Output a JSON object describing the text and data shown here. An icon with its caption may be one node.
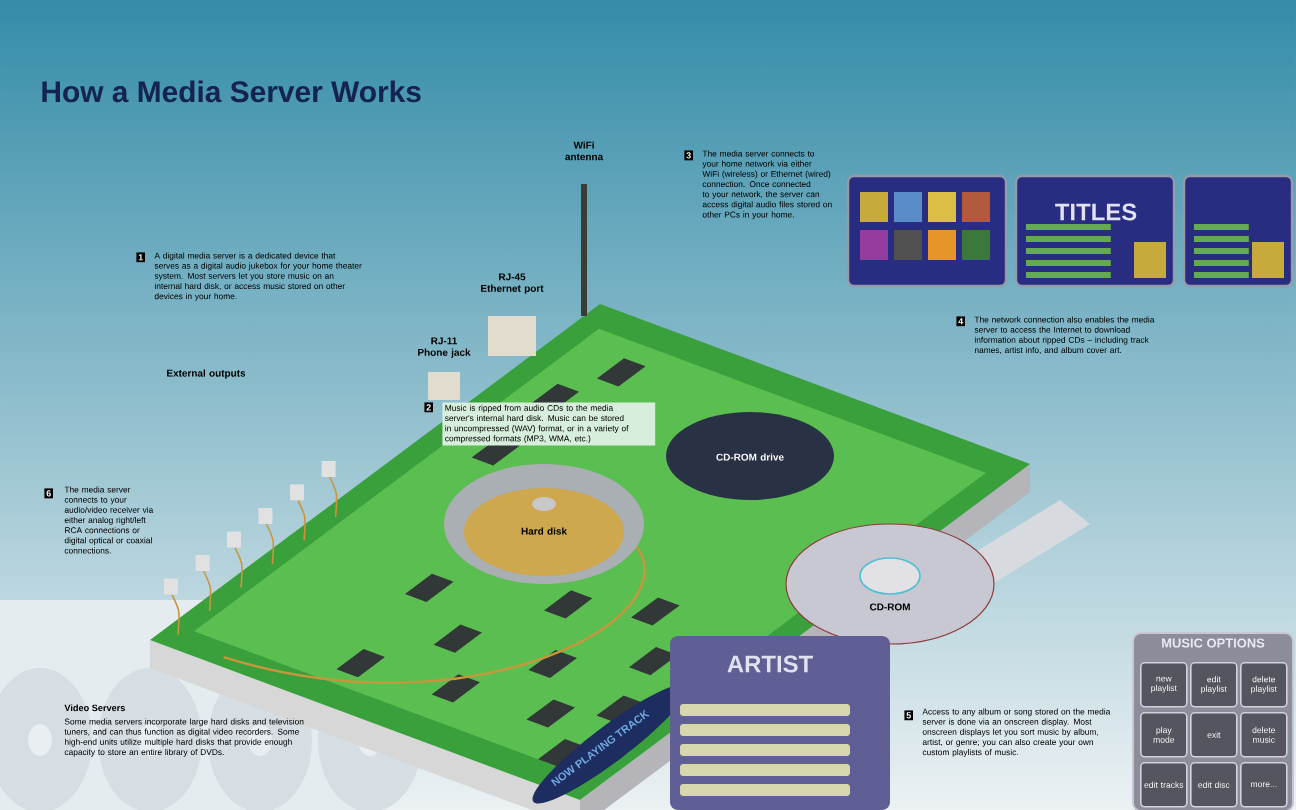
{
  "diagram": {
    "title": "How a Media Server Works",
    "nodes": [
      {
        "text": [
          "MUSIC OPTIONS"
        ]
      },
      {
        "text": [
          "new playlist"
        ],
        "in": 0
      },
      {
        "text": [
          "edit playlist"
        ],
        "in": 0
      },
      {
        "text": [
          "delete playlist"
        ],
        "in": 0
      },
      {
        "text": [
          "play mode"
        ],
        "in": 0
      },
      {
        "text": [
          "exit"
        ],
        "in": 0
      },
      {
        "text": [
          "delete music"
        ],
        "in": 0
      },
      {
        "text": [
          "edit tracks"
        ],
        "in": 0
      },
      {
        "text": [
          "edit disc"
        ],
        "in": 0
      },
      {
        "text": [
          "more..."
        ],
        "in": 0
      }
    ],
    "labels": [
      "WiFi antenna",
      "1",
      "A digital media server is a dedicated device that serves as a digital audio jukebox for your home theater system. Most servers let you store music on an internal hard disk, or access music stored on other devices in your home.",
      "RJ-45 Ethernet port",
      "3",
      "The media server connects to your home network via either WiFi (wireless) or Ethernet (wired) connection. Once connected to your network, the server can access digital audio files stored on other PCs in your home.",
      "RJ-11 Phone jack",
      "4",
      "The network connection also enables the media server to access the Internet to download information about ripped CDs – including track names, artist info, and album cover art.",
      "External outputs",
      "2",
      "Music is ripped from audio CDs to the media server's internal hard disk. Music can be stored in uncompressed (WAV) format, or in a variety of compressed formats (MP3, WMA, etc.)",
      "CD-ROM drive",
      "6",
      "The media server connects to your audio/video receiver via either analog right/left RCA connections or digital optical or coaxial connections.",
      "Hard disk",
      "CD-ROM",
      "NOW PLAYING TRACK",
      "TITLES",
      "ARTIST",
      "5",
      "Access to any album or song stored on the media server is done via an onscreen display. Most onscreen displays let you sort music by album, artist, or genre; you can also create your own custom playlists of music.",
      "Video Servers",
      "Some media servers incorporate large hard disks and television tuners, and can thus function as digital video recorders. Some high-end units utilize multiple hard disks that provide enough capacity to store an entire library of DVDs."
    ]
  }
}
